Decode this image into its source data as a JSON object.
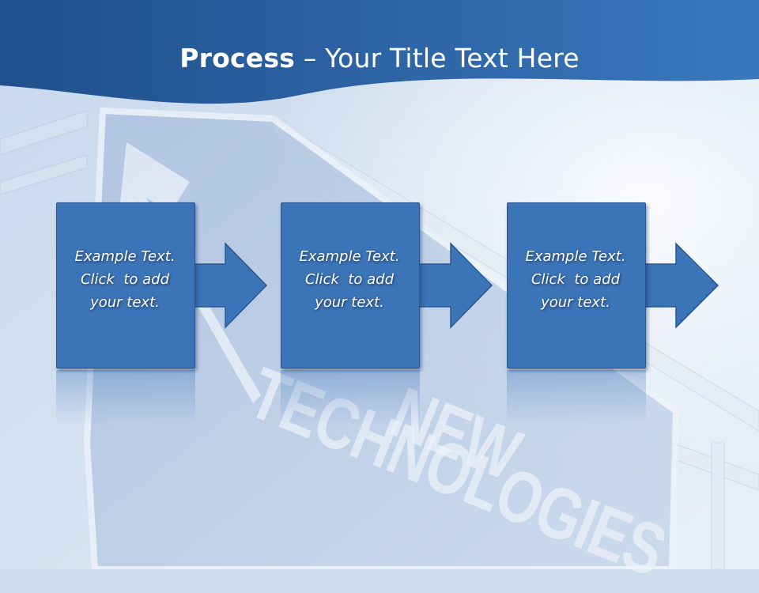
{
  "slide": {
    "title_bold": "Process",
    "title_rest": " – Your Title Text Here",
    "background_sign": {
      "line1": "NEW",
      "line2": "TECHNOLOGIES"
    },
    "steps": [
      {
        "line1": "Example Text.",
        "line2": "Click  to add",
        "line3": "your text."
      },
      {
        "line1": "Example Text.",
        "line2": "Click  to add",
        "line3": "your text."
      },
      {
        "line1": "Example Text.",
        "line2": "Click  to add",
        "line3": "your text."
      }
    ]
  },
  "colors": {
    "header_dark": "#1f4f8c",
    "header_light": "#3a78bd",
    "box_fill": "#3c74b8",
    "box_border": "#2a5794",
    "arrow_fill": "#3c74b8",
    "sky_light": "#e4ecf6",
    "sky_mid": "#b9cde6"
  }
}
